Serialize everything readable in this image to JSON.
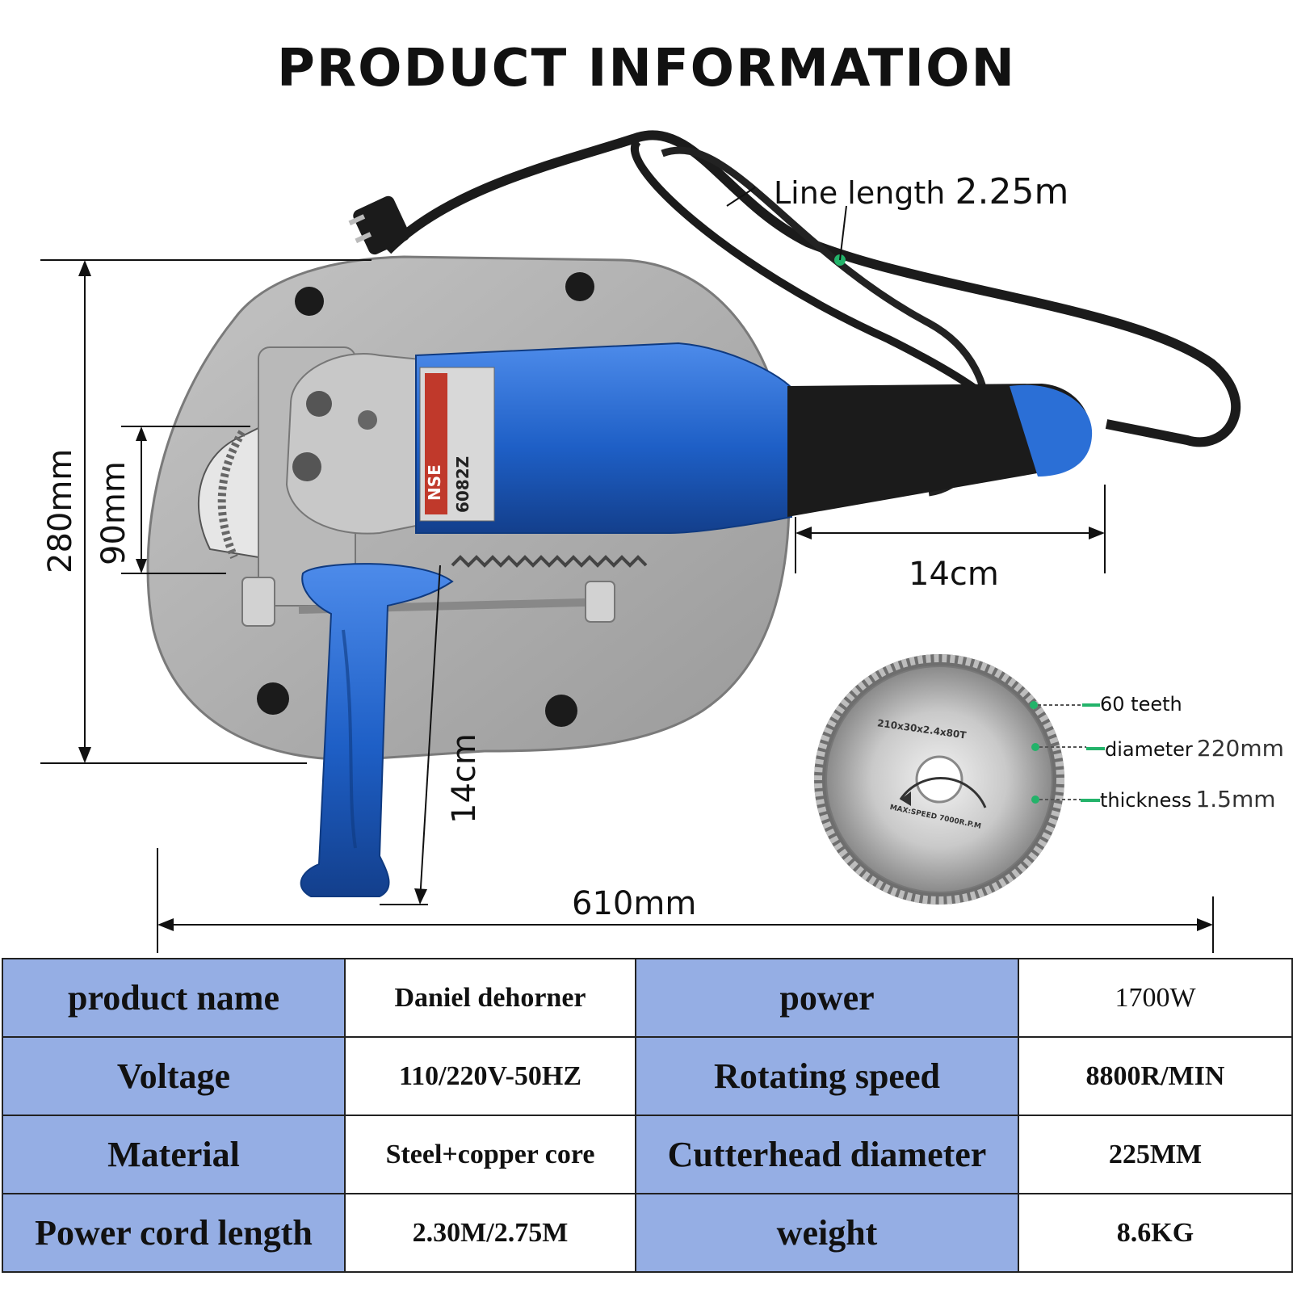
{
  "page": {
    "title": "PRODUCT INFORMATION"
  },
  "dimensions": {
    "line_length_label": "Line length",
    "line_length_value": "2.25m",
    "height_overall": "280mm",
    "blade_exposure": "90mm",
    "handle_length": "14cm",
    "side_handle_length": "14cm",
    "overall_length": "610mm"
  },
  "blade": {
    "print_size": "210x30x2.4x80T",
    "print_speed": "MAX:SPEED 7000R.P.M",
    "teeth_label": "60 teeth",
    "diameter_label": "diameter",
    "diameter_value": "220mm",
    "thickness_label": "thickness",
    "thickness_value": "1.5mm"
  },
  "product_label": {
    "brand": "NSE",
    "model": "6082Z"
  },
  "colors": {
    "tool_blue": "#1e5fc6",
    "plate_gray": "#a9a9a9",
    "table_header": "#95aee4",
    "grip_black": "#1b1b1b"
  },
  "specs": [
    {
      "key": "product name",
      "value": "Daniel dehorner",
      "key2": "power",
      "value2": "1700W"
    },
    {
      "key": "Voltage",
      "value": "110/220V-50HZ",
      "key2": "Rotating speed",
      "value2": "8800R/MIN"
    },
    {
      "key": "Material",
      "value": "Steel+copper core",
      "key2": "Cutterhead diameter",
      "value2": "225MM"
    },
    {
      "key": "Power cord length",
      "value": "2.30M/2.75M",
      "key2": "weight",
      "value2": "8.6KG"
    }
  ]
}
